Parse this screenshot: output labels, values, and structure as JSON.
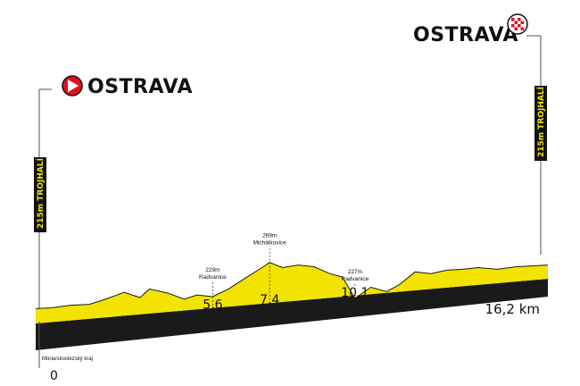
{
  "start": {
    "city": "OSTRAVA",
    "label": "215m TROJHALÍ",
    "icon": "start-arrow-icon"
  },
  "finish": {
    "city": "OSTRAVA",
    "label": "215m TROJHALÍ",
    "icon": "finish-flag-icon"
  },
  "region": "Moravskoslezský kraj",
  "distance_start": "0",
  "distance_total": "16,2 km",
  "waypoints": [
    {
      "km": "5,6",
      "km_value": 5.6,
      "elevation": "229m",
      "place": "Radvanice"
    },
    {
      "km": "7,4",
      "km_value": 7.4,
      "elevation": "269m",
      "place": "Michálkovice"
    },
    {
      "km": "10,1",
      "km_value": 10.1,
      "elevation": "227m",
      "place": "Radvanice"
    }
  ],
  "profile": {
    "x": [
      0,
      0.5,
      1.1,
      1.7,
      2.2,
      2.8,
      3.3,
      3.6,
      4.2,
      4.7,
      5.1,
      5.6,
      6.1,
      6.6,
      7.2,
      7.4,
      7.8,
      8.3,
      8.8,
      9.3,
      9.7,
      10.1,
      10.6,
      11.1,
      11.5,
      12.0,
      12.5,
      13.0,
      13.5,
      14.0,
      14.6,
      15.2,
      15.7,
      16.2
    ],
    "y": [
      215,
      216,
      219,
      220,
      226,
      234,
      228,
      238,
      233,
      226,
      231,
      229,
      238,
      250,
      264,
      269,
      263,
      266,
      264,
      256,
      252,
      227,
      240,
      235,
      243,
      258,
      256,
      260,
      261,
      263,
      261,
      264,
      265,
      266
    ],
    "colors": {
      "fill": "#f2e300",
      "base": "#1a1a1a",
      "marker_start": "#e3101f",
      "marker_finish": "#e3101f"
    }
  }
}
